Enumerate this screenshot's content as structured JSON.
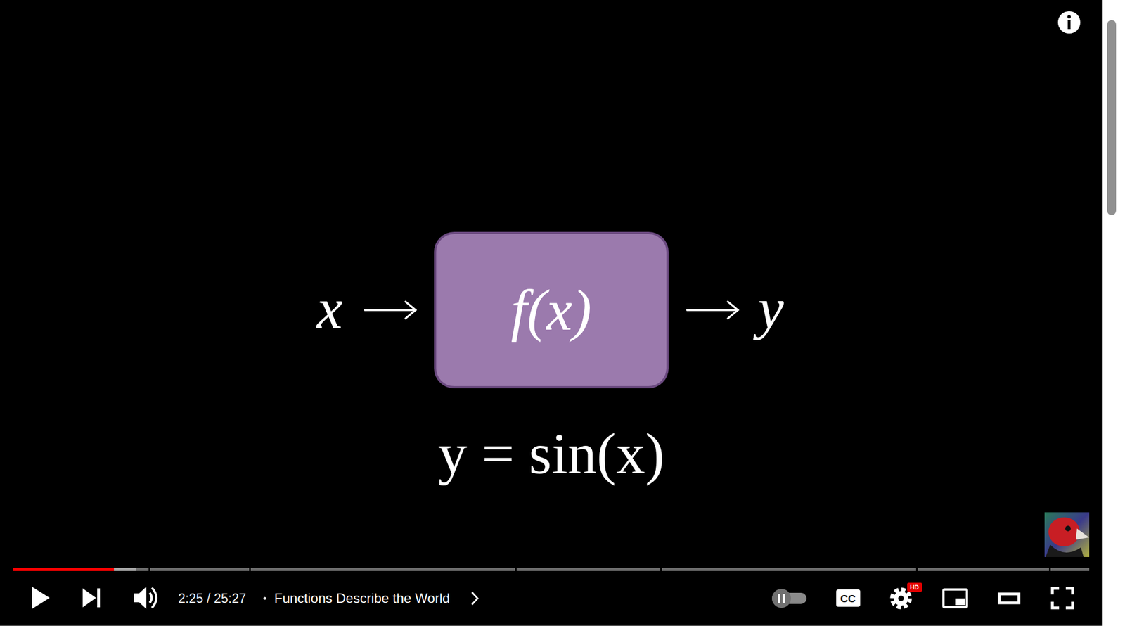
{
  "diagram": {
    "nodes": [
      {
        "text": [
          "f(x)"
        ]
      }
    ],
    "labels": [
      "x",
      "y",
      "y = sin(x)",
      "2:25 / 25:27",
      "Functions Describe the World",
      "CC",
      "HD"
    ]
  }
}
